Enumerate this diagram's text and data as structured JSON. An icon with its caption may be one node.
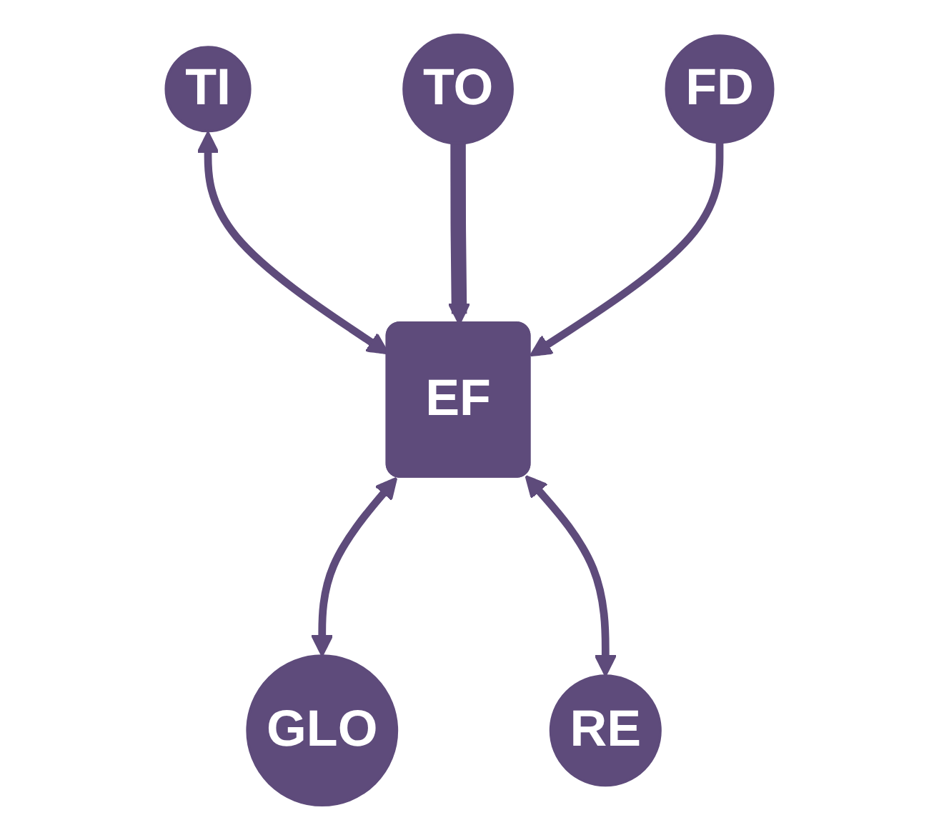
{
  "diagram": {
    "nodes": [
      {
        "text": [
          "TI"
        ]
      },
      {
        "text": [
          "TO"
        ]
      },
      {
        "text": [
          "EF"
        ]
      },
      {
        "text": [
          "GLO"
        ]
      },
      {
        "text": [
          "FD"
        ]
      },
      {
        "text": [
          "RE"
        ]
      }
    ],
    "edges": [
      {
        "from": 0,
        "to": 2,
        "arrow": "both"
      },
      {
        "from": 1,
        "to": 2,
        "arrow": "to",
        "style": "thick"
      },
      {
        "from": 2,
        "to": 3,
        "arrow": "both"
      },
      {
        "from": 4,
        "to": 2,
        "arrow": "to"
      },
      {
        "from": 2,
        "to": 5,
        "arrow": "both"
      }
    ]
  }
}
